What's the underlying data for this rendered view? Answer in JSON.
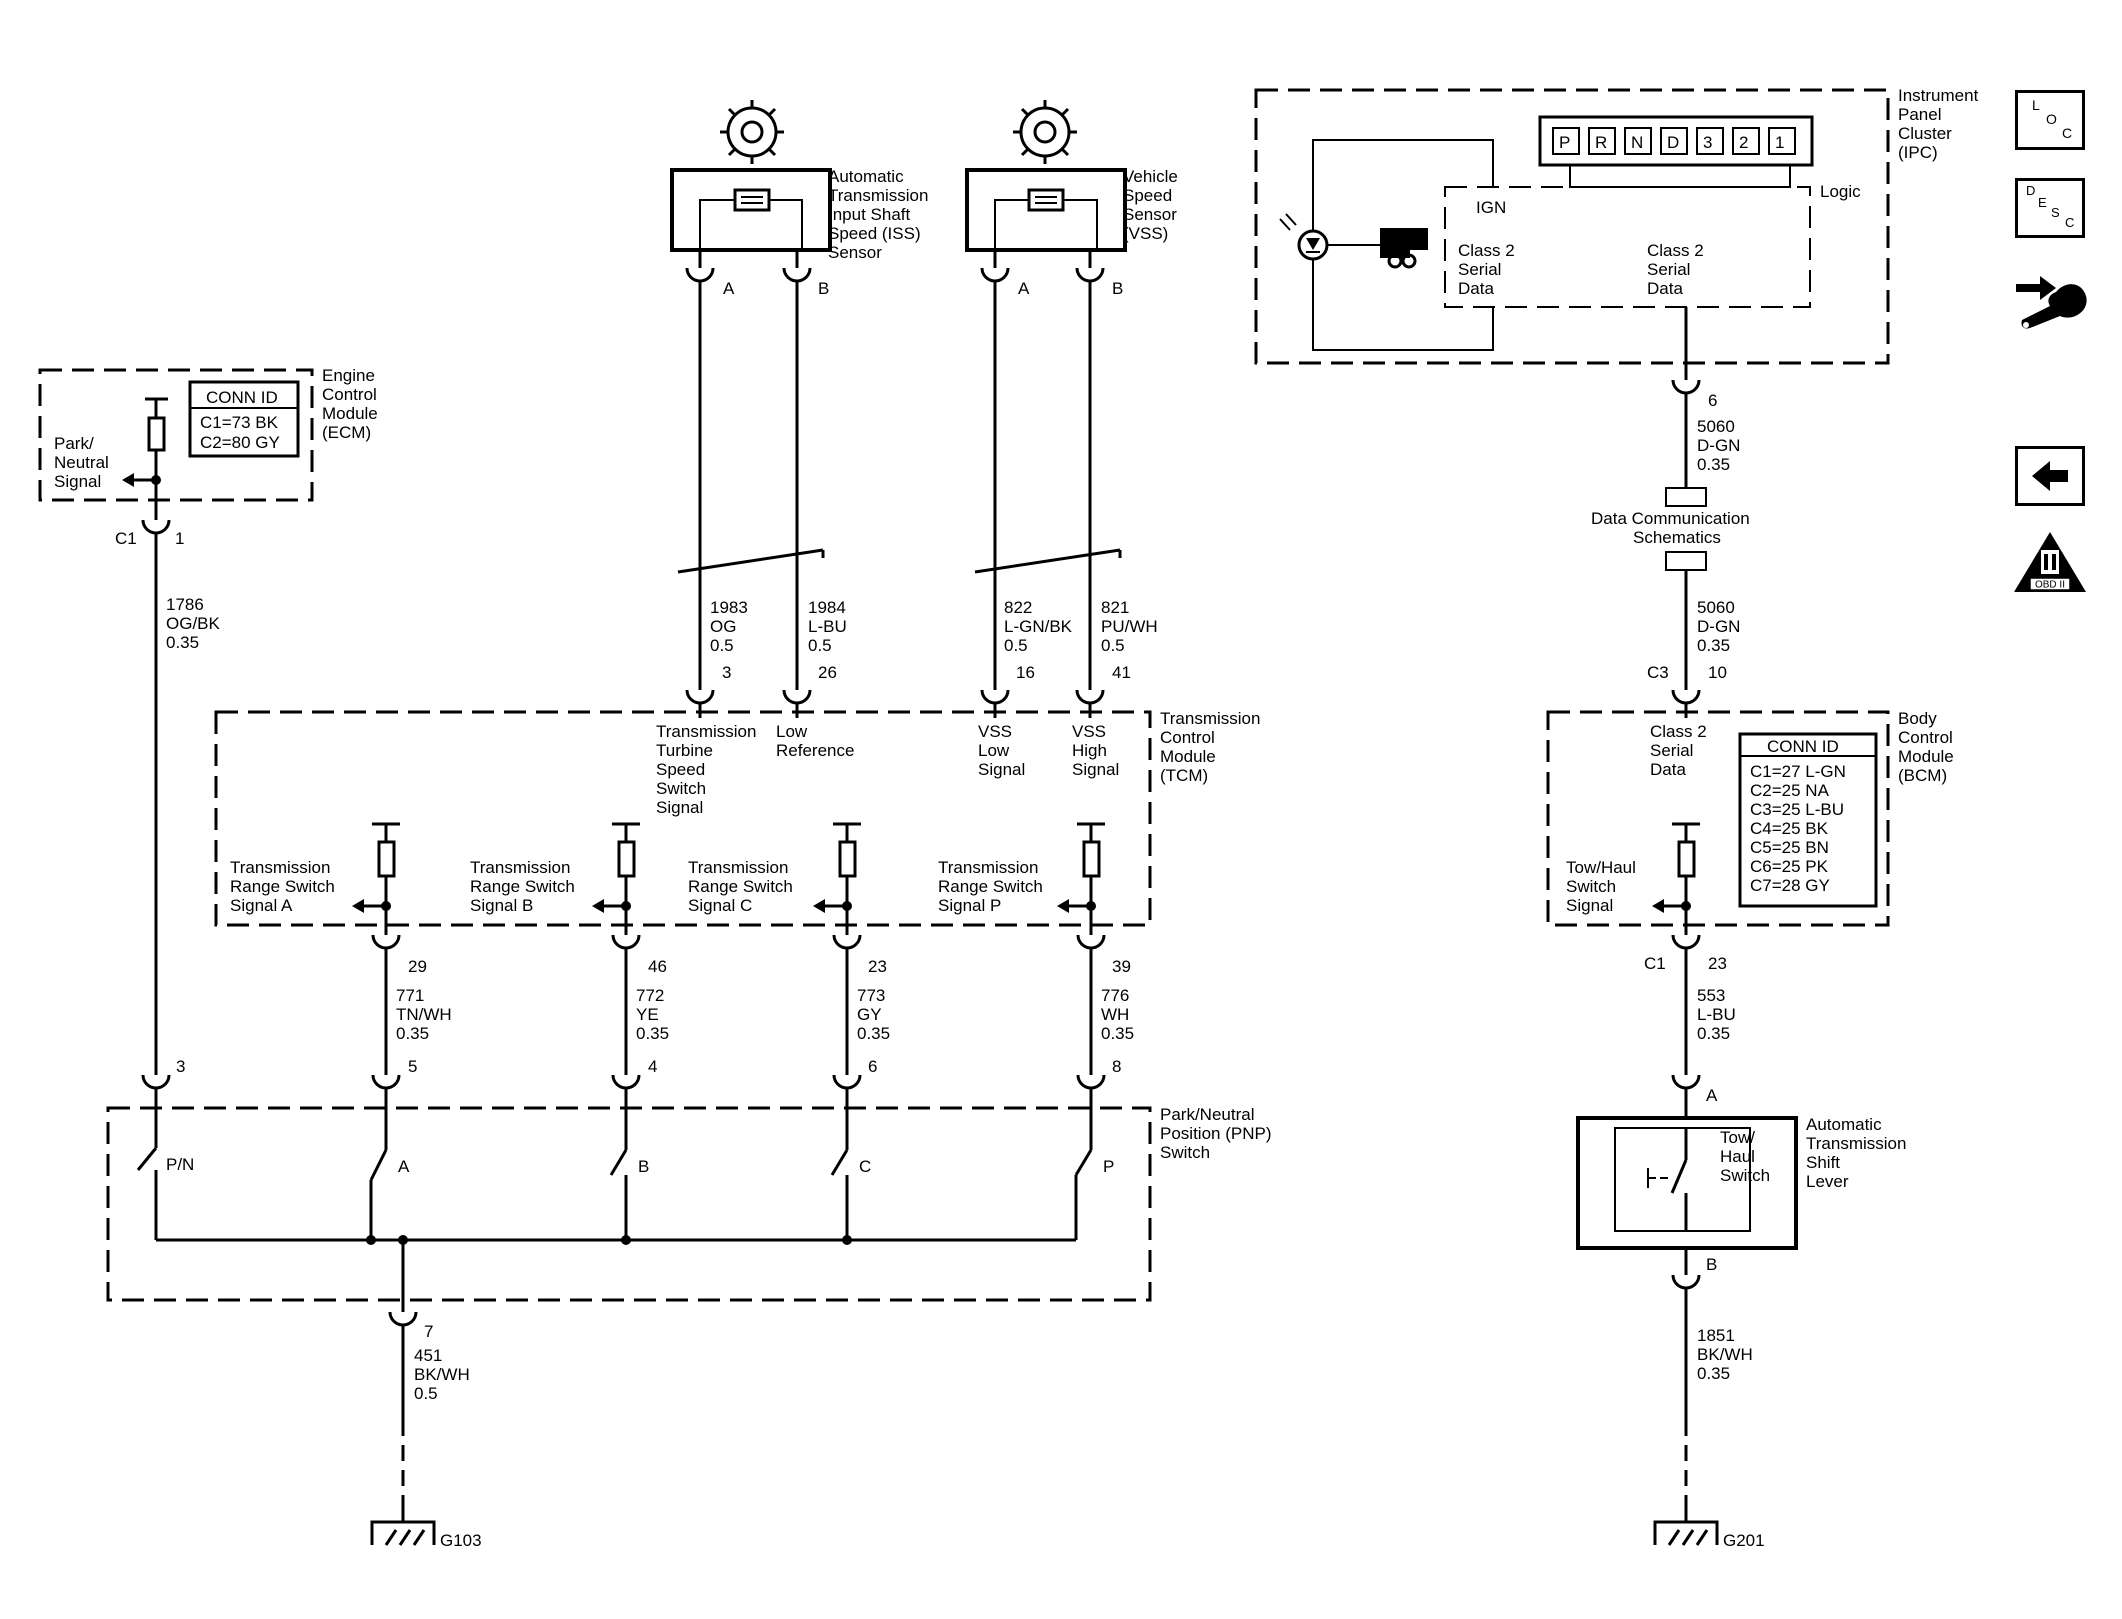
{
  "ecm": {
    "title": [
      "Engine",
      "Control",
      "Module",
      "(ECM)"
    ],
    "conn_id_header": "CONN ID",
    "conn_ids": [
      "C1=73 BK",
      "C2=80 GY"
    ],
    "signal_label": [
      "Park/",
      "Neutral",
      "Signal"
    ],
    "connector": "C1",
    "pin": "1",
    "wire": [
      "1786",
      "OG/BK",
      "0.35"
    ]
  },
  "iss": {
    "title": [
      "Automatic",
      "Transmission",
      "Input Shaft",
      "Speed (ISS)",
      "Sensor"
    ],
    "pin_a": "A",
    "pin_b": "B"
  },
  "vss": {
    "title": [
      "Vehicle",
      "Speed",
      "Sensor",
      "(VSS)"
    ],
    "pin_a": "A",
    "pin_b": "B"
  },
  "sensor_wires": [
    {
      "circuit": [
        "1983",
        "OG",
        "0.5"
      ],
      "pin": "3"
    },
    {
      "circuit": [
        "1984",
        "L-BU",
        "0.5"
      ],
      "pin": "26"
    },
    {
      "circuit": [
        "822",
        "L-GN/BK",
        "0.5"
      ],
      "pin": "16"
    },
    {
      "circuit": [
        "821",
        "PU/WH",
        "0.5"
      ],
      "pin": "41"
    }
  ],
  "tcm": {
    "title": [
      "Transmission",
      "Control",
      "Module",
      "(TCM)"
    ],
    "inputs": [
      [
        "Transmission",
        "Turbine",
        "Speed",
        "Switch",
        "Signal"
      ],
      [
        "Low",
        "Reference"
      ],
      [
        "VSS",
        "Low",
        "Signal"
      ],
      [
        "VSS",
        "High",
        "Signal"
      ]
    ],
    "range_signals": [
      [
        "Transmission",
        "Range Switch",
        "Signal A"
      ],
      [
        "Transmission",
        "Range Switch",
        "Signal B"
      ],
      [
        "Transmission",
        "Range Switch",
        "Signal C"
      ],
      [
        "Transmission",
        "Range Switch",
        "Signal P"
      ]
    ]
  },
  "range_wires": [
    {
      "pin": "29",
      "circuit": [
        "771",
        "TN/WH",
        "0.35"
      ],
      "pnp_pin": "5",
      "switch": "A"
    },
    {
      "pin": "46",
      "circuit": [
        "772",
        "YE",
        "0.35"
      ],
      "pnp_pin": "4",
      "switch": "B"
    },
    {
      "pin": "23",
      "circuit": [
        "773",
        "GY",
        "0.35"
      ],
      "pnp_pin": "6",
      "switch": "C"
    },
    {
      "pin": "39",
      "circuit": [
        "776",
        "WH",
        "0.35"
      ],
      "pnp_pin": "8",
      "switch": "P"
    }
  ],
  "pnp": {
    "title": [
      "Park/Neutral",
      "Position (PNP)",
      "Switch"
    ],
    "pn_pin": "3",
    "pn_label": "P/N",
    "ground_pin": "7",
    "ground_wire": [
      "451",
      "BK/WH",
      "0.5"
    ],
    "ground": "G103"
  },
  "ipc": {
    "title": [
      "Instrument",
      "Panel",
      "Cluster",
      "(IPC)"
    ],
    "gear_display": [
      "P",
      "R",
      "N",
      "D",
      "3",
      "2",
      "1"
    ],
    "logic": "Logic",
    "ign": "IGN",
    "serial_left": [
      "Class 2",
      "Serial",
      "Data"
    ],
    "serial_right": [
      "Class 2",
      "Serial",
      "Data"
    ],
    "pin": "6",
    "wire_top": [
      "5060",
      "D-GN",
      "0.35"
    ]
  },
  "data_comm": [
    "Data Communication",
    "Schematics"
  ],
  "bcm": {
    "wire_in": [
      "5060",
      "D-GN",
      "0.35"
    ],
    "connector": "C3",
    "pin": "10",
    "title": [
      "Body",
      "Control",
      "Module",
      "(BCM)"
    ],
    "serial": [
      "Class 2",
      "Serial",
      "Data"
    ],
    "conn_id_header": "CONN ID",
    "conn_ids": [
      "C1=27 L-GN",
      "C2=25 NA",
      "C3=25 L-BU",
      "C4=25 BK",
      "C5=25 BN",
      "C6=25 PK",
      "C7=28 GY"
    ],
    "tow_signal": [
      "Tow/Haul",
      "Switch",
      "Signal"
    ],
    "out_connector": "C1",
    "out_pin": "23",
    "out_wire": [
      "553",
      "L-BU",
      "0.35"
    ]
  },
  "shift_lever": {
    "pin_a": "A",
    "switch_label": [
      "Tow/",
      "Haul",
      "Switch"
    ],
    "title": [
      "Automatic",
      "Transmission",
      "Shift",
      "Lever"
    ],
    "pin_b": "B",
    "ground_wire": [
      "1851",
      "BK/WH",
      "0.35"
    ],
    "ground": "G201"
  },
  "nav_icons": {
    "loc": [
      "L",
      "O",
      "C"
    ],
    "desc": [
      "D",
      "E",
      "S",
      "C"
    ],
    "obd": "OBD II",
    "icons": [
      "loc-icon",
      "desc-icon",
      "tool-icon",
      "back-arrow-icon",
      "obd-ii-icon"
    ]
  }
}
